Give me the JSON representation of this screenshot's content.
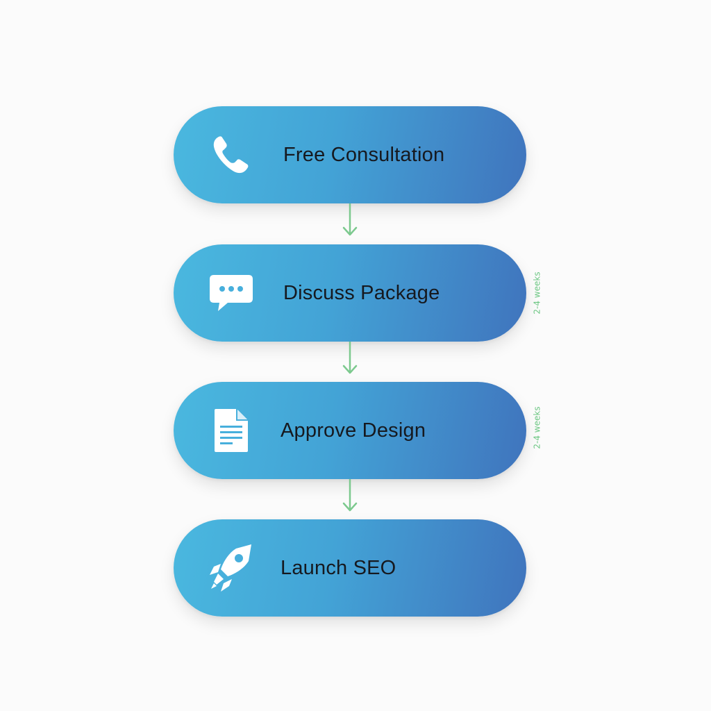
{
  "flow": {
    "steps": [
      {
        "label": "Free Consultation",
        "icon": "phone-icon"
      },
      {
        "label": "Discuss Package",
        "icon": "chat-bubble-icon"
      },
      {
        "label": "Approve Design",
        "icon": "document-icon"
      },
      {
        "label": "Launch SEO",
        "icon": "rocket-icon"
      }
    ],
    "durations": [
      {
        "after_step": "Discuss Package",
        "text": "2-4 weeks"
      },
      {
        "after_step": "Approve Design",
        "text": "2-4 weeks"
      }
    ],
    "colors": {
      "gradient_start": "#4ab8df",
      "gradient_end": "#4074bd",
      "arrow": "#7cc98e",
      "duration_text": "#6cc683",
      "label_text": "#16191f",
      "background": "#fbfbfb"
    }
  }
}
